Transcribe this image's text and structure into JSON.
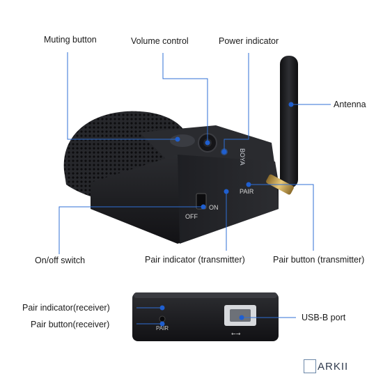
{
  "labels": {
    "muting_button": "Muting button",
    "volume_control": "Volume control",
    "power_indicator": "Power indicator",
    "antenna": "Antenna",
    "on_off_switch": "On/off switch",
    "pair_indicator_transmitter": "Pair indicator (transmitter)",
    "pair_button_transmitter": "Pair button (transmitter)",
    "pair_indicator_receiver": "Pair indicator(receiver)",
    "pair_button_receiver": "Pair button(receiver)",
    "usb_b_port": "USB-B port"
  },
  "device_marks": {
    "brand": "BOYA",
    "switch_off": "OFF",
    "switch_on": "ON",
    "pair": "PAIR",
    "receiver_pair": "PAIR",
    "usb_symbol": "←→"
  },
  "watermark": {
    "text": "ARKII"
  },
  "colors": {
    "leader": "#2f6fd6",
    "dot": "#1f5fd0",
    "device": "#1b1c1f"
  }
}
